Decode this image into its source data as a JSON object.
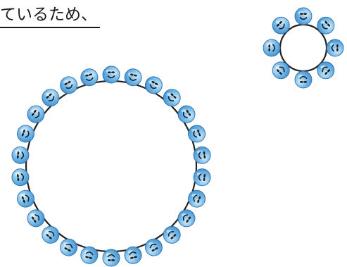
{
  "caption": "ているため、",
  "colors": {
    "bead_light": "#d4ecfb",
    "bead_mid": "#7fc0ec",
    "bead_dark": "#3c8fd0",
    "bead_outline": "#2f6fa8",
    "ring": "#222222",
    "face": "#1b1b1b"
  },
  "icons": [
    "smiley-bead-icon"
  ],
  "diagram": {
    "large_ring": {
      "bead_count": 26
    },
    "small_ring": {
      "bead_count": 8
    }
  }
}
